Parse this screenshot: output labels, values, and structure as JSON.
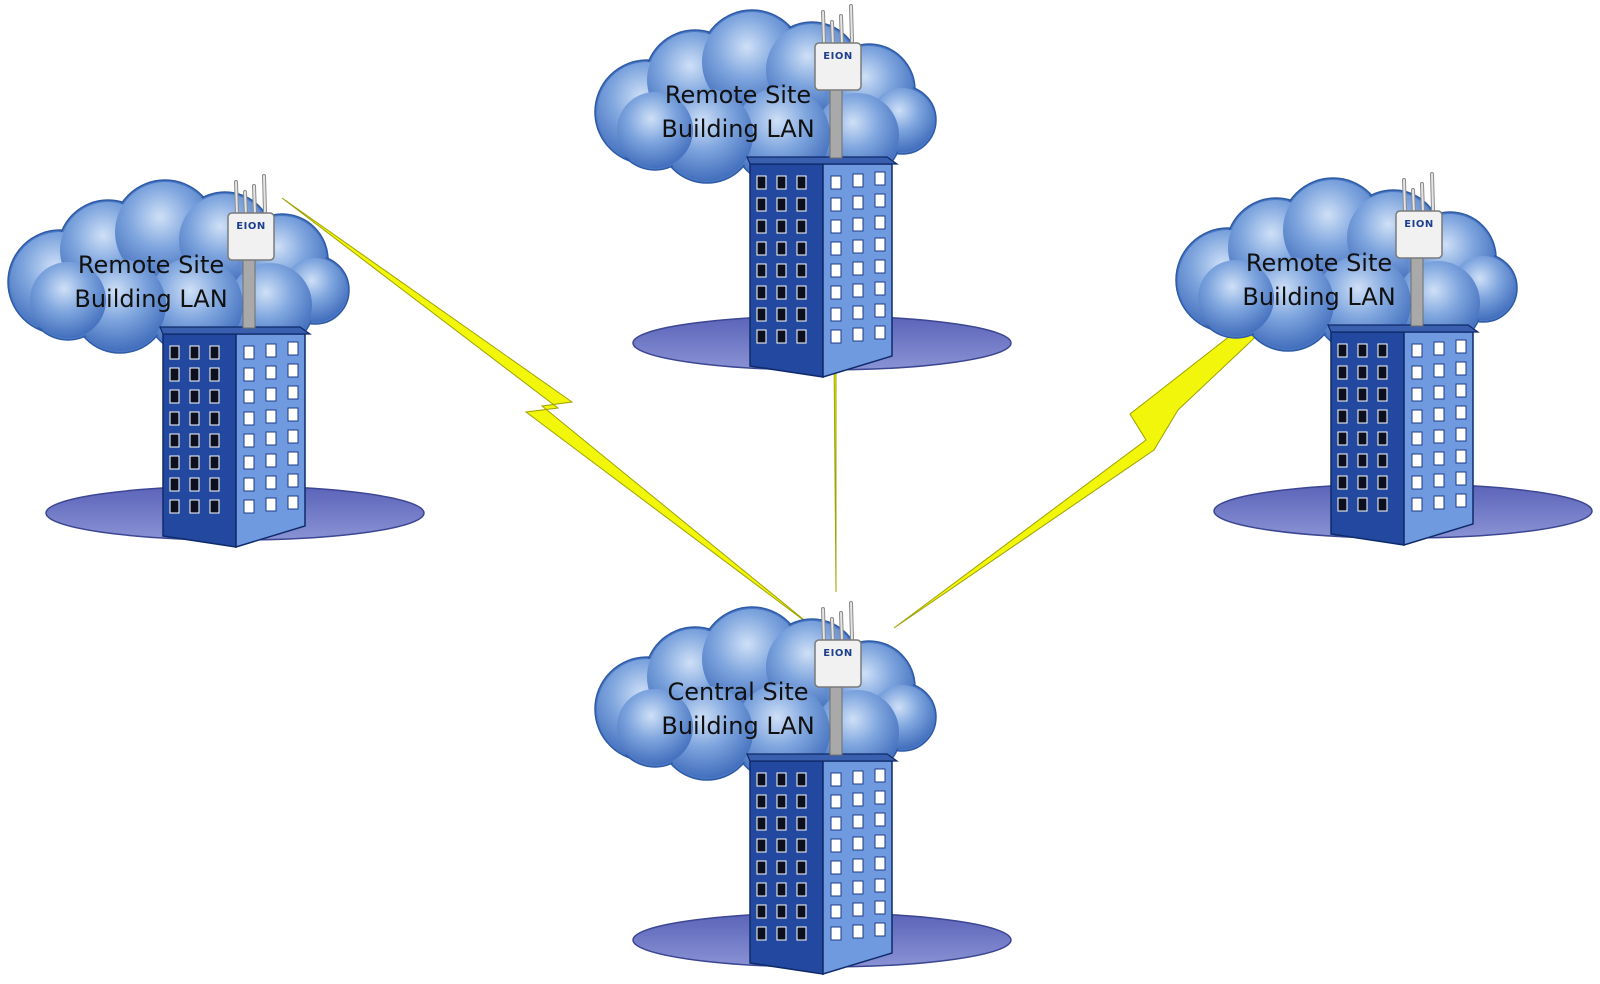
{
  "colors": {
    "cloud": "#4a79c6",
    "cloud_highlight": "#b9d1f2",
    "building_dark": "#2348a0",
    "building_light": "#6f9ae0",
    "ground": "#6c76c4",
    "link": "#f4f80a",
    "mast": "#a9a9a9"
  },
  "radio_logo": "EION",
  "sites": [
    {
      "id": "remote-left",
      "line1": "Remote Site",
      "line2": "Building LAN"
    },
    {
      "id": "remote-top",
      "line1": "Remote Site",
      "line2": "Building LAN"
    },
    {
      "id": "remote-right",
      "line1": "Remote Site",
      "line2": "Building LAN"
    },
    {
      "id": "central",
      "line1": "Central Site",
      "line2": "Building LAN"
    }
  ],
  "links": [
    {
      "from": "central",
      "to": "remote-left"
    },
    {
      "from": "central",
      "to": "remote-top"
    },
    {
      "from": "central",
      "to": "remote-right"
    }
  ]
}
